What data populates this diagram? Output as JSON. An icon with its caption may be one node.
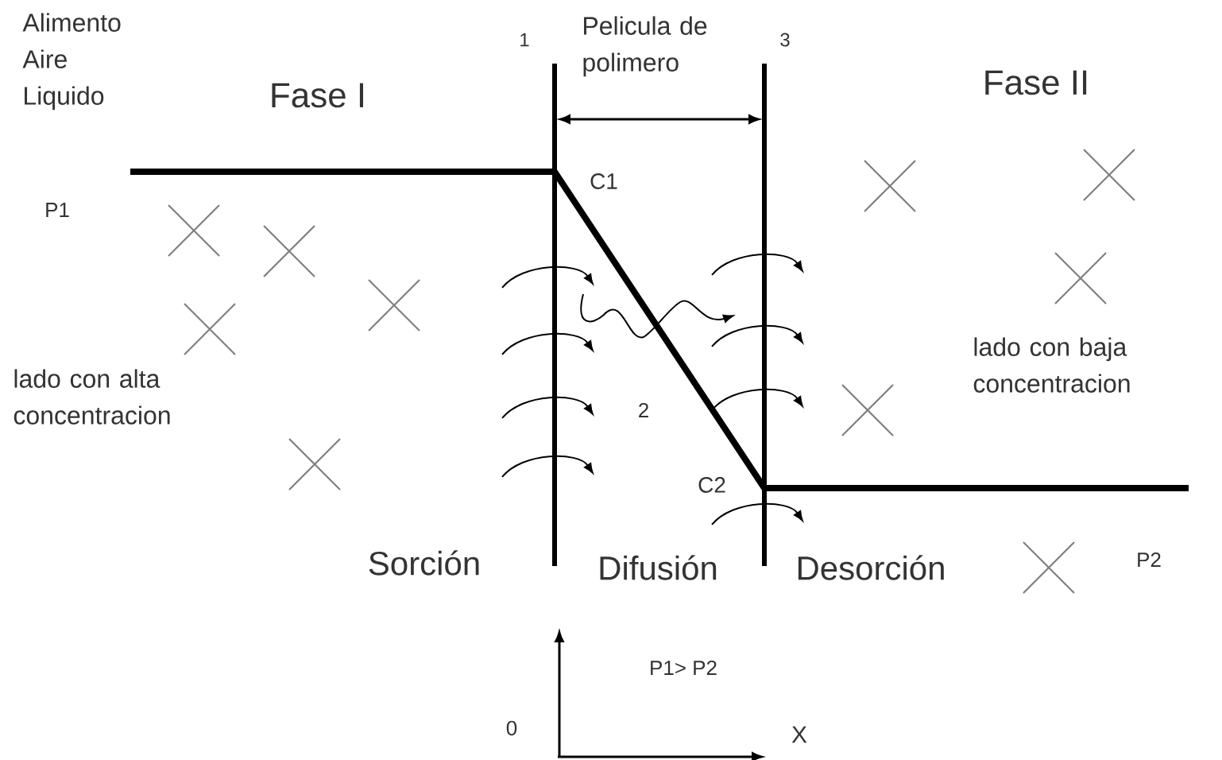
{
  "diagram": {
    "labels": [
      "Alimento Aire Liquido",
      "1",
      "Pelicula de polimero",
      "3",
      "Fase I",
      "Fase II",
      "P1",
      "C1",
      "lado con alta concentracion",
      "lado con baja concentracion",
      "2",
      "C2",
      "Sorción",
      "Difusión",
      "Desorción",
      "P2",
      "P1> P2",
      "0",
      "X"
    ]
  }
}
